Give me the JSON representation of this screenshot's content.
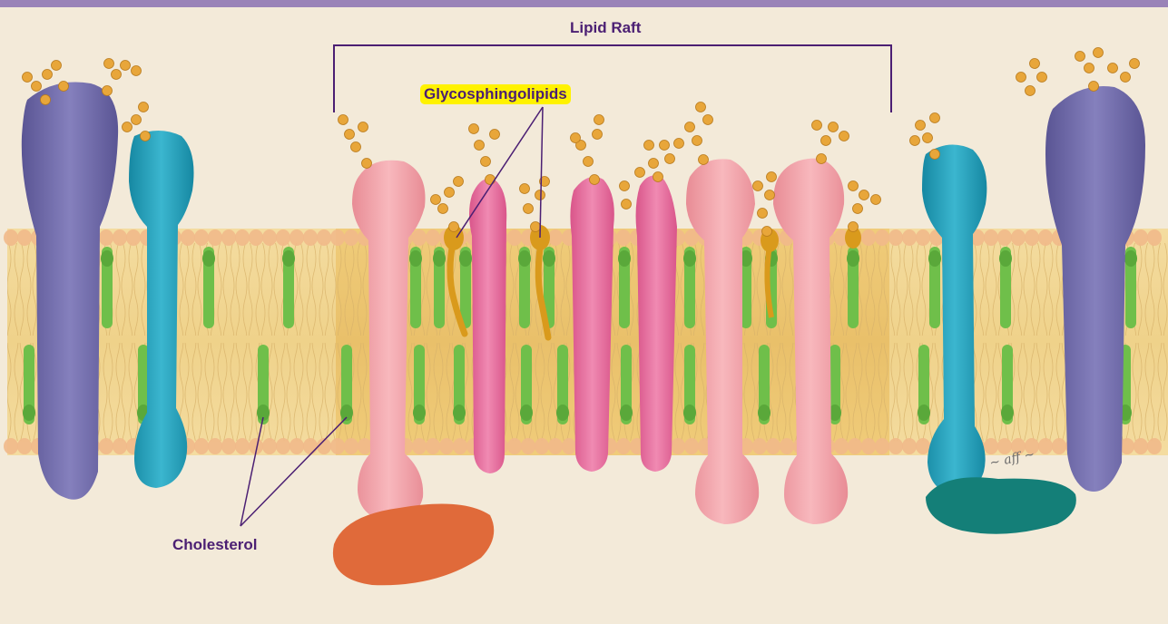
{
  "labels": {
    "lipid_raft": "Lipid Raft",
    "glycosphingolipids": "Glycosphingolipids",
    "cholesterol": "Cholesterol"
  },
  "colors": {
    "background": "#f3ead9",
    "top_bar": "#9a83b8",
    "label_text": "#4b1f73",
    "highlight": "#fff200",
    "membrane": "#f0d690",
    "lipid_head": "#f1b98a",
    "cholesterol": "#6fbf4a",
    "sugar_chain": "#e8a63a",
    "glycolipid": "#d99a1c",
    "protein_purple": "#6d6aa6",
    "protein_teal": "#1f9bb5",
    "protein_pink": "#f2a0a8",
    "protein_magenta": "#e56a9a",
    "protein_orange": "#e06a3a",
    "protein_dark_teal": "#147f78"
  }
}
